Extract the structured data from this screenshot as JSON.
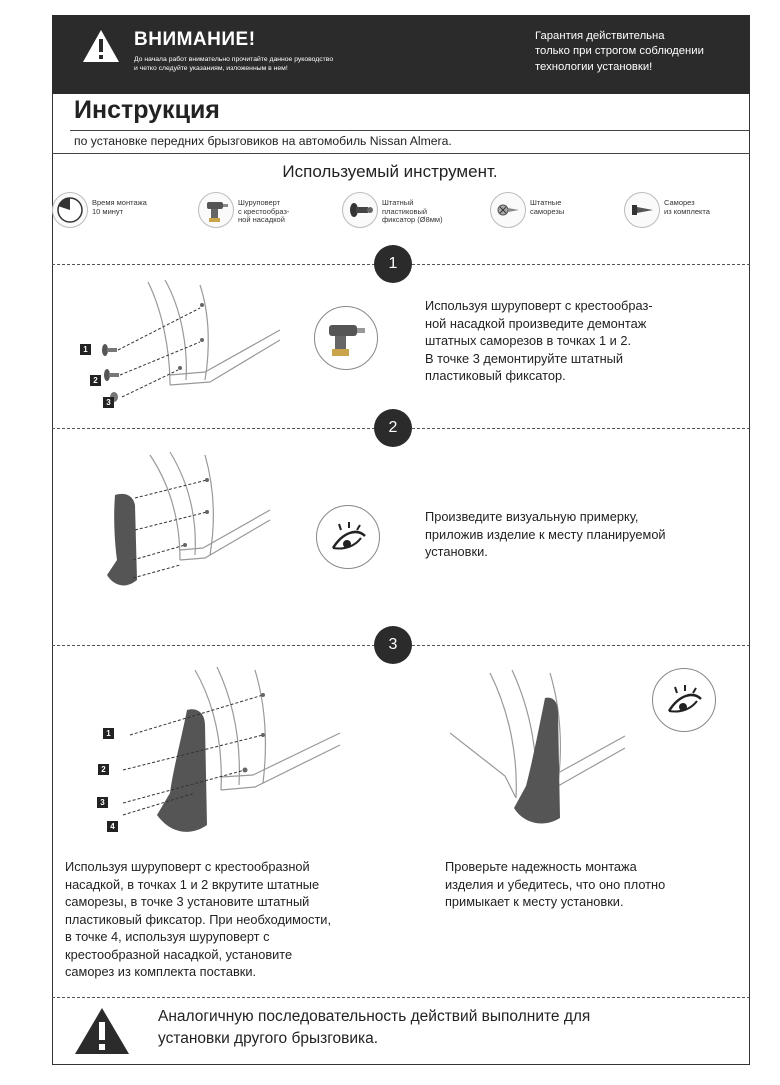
{
  "header": {
    "warning_title": "ВНИМАНИЕ!",
    "warning_text_1": "До начала работ внимательно прочитайте данное руководство",
    "warning_text_2": "и четко следуйте указаниям, изложенным в нем!",
    "warranty_1": "Гарантия действительна",
    "warranty_2": "только при строгом соблюдении",
    "warranty_3": "технологии установки!"
  },
  "title": "Инструкция",
  "subtitle": "по установке передних брызговиков на автомобиль Nissan Almera.",
  "tools": {
    "heading": "Используемый инструмент.",
    "items": [
      {
        "line1": "Время монтажа",
        "line2": "10 минут",
        "line3": ""
      },
      {
        "line1": "Шуруповерт",
        "line2": "с крестообраз-",
        "line3": "ной насадкой"
      },
      {
        "line1": "Штатный",
        "line2": "пластиковый",
        "line3": "фиксатор (Ø8мм)"
      },
      {
        "line1": "Штатные",
        "line2": "саморезы",
        "line3": ""
      },
      {
        "line1": "Саморез",
        "line2": "из комплекта",
        "line3": ""
      }
    ]
  },
  "steps": [
    {
      "number": "1",
      "lines": [
        "Используя шуруповерт с крестообраз-",
        "ной насадкой произведите демонтаж",
        "штатных саморезов в точках 1 и 2.",
        "В точке 3 демонтируйте штатный",
        "пластиковый фиксатор."
      ],
      "callouts": [
        "1",
        "2",
        "3"
      ]
    },
    {
      "number": "2",
      "lines": [
        "Произведите визуальную примерку,",
        "приложив изделие к месту планируемой",
        "установки."
      ]
    },
    {
      "number": "3",
      "left_lines": [
        "Используя шуруповерт с крестообразной",
        "насадкой, в точках 1 и 2 вкрутите штатные",
        "саморезы, в точке 3 установите штатный",
        "пластиковый фиксатор. При необходимости,",
        "в точке 4, используя шуруповерт с",
        "крестообразной насадкой, установите",
        "саморез из комплекта поставки."
      ],
      "right_lines": [
        "Проверьте надежность монтажа",
        "изделия и убедитесь, что оно плотно",
        "примыкает к месту установки."
      ],
      "callouts": [
        "1",
        "2",
        "3",
        "4"
      ]
    }
  ],
  "footer": {
    "line1": "Аналогичную последовательность действий выполните для",
    "line2": "установки другого брызговика."
  }
}
